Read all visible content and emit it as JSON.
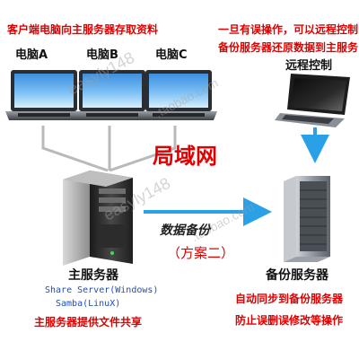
{
  "header": {
    "left_title": "客户端电脑向主服务器存取资料",
    "right_line1": "一旦有误操作，可以远程控制",
    "right_line2": "备份服务器还原数据到主服务"
  },
  "clients": [
    {
      "label": "电脑A"
    },
    {
      "label": "电脑B"
    },
    {
      "label": "电脑C"
    }
  ],
  "remote": {
    "label": "远程控制"
  },
  "network": {
    "label": "局域网"
  },
  "backup_flow": {
    "label": "数据备份",
    "scheme": "（方案二）"
  },
  "main_server": {
    "label": "主服务器",
    "line1": "Share Server(Windows)",
    "line2": "Samba(LinuX)",
    "note": "主服务器提供文件共享"
  },
  "backup_server": {
    "label": "备份服务器",
    "note1": "自动同步到备份服务器",
    "note2": "防止误删误修改等操作"
  },
  "watermark": {
    "text1": "easyly148",
    "text2": ".taobao.com"
  },
  "colors": {
    "red": "#e10000",
    "blue_arrow": "#2aa0e6",
    "blue_text": "#1f4fb0",
    "network_line": "#b9b9b9"
  }
}
